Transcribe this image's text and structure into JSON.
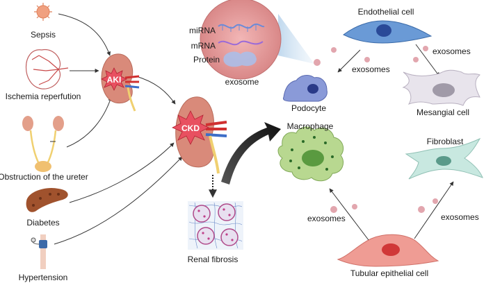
{
  "causes": {
    "sepsis": "Sepsis",
    "ischemia": "Ischemia reperfution",
    "obstruction": "Obstruction of the ureter",
    "diabetes": "Diabetes",
    "hypertension": "Hypertension"
  },
  "kidneys": {
    "aki": "AKI",
    "ckd": "CKD"
  },
  "exosome": {
    "mirna": "miRNA",
    "mrna": "mRNA",
    "protein": "Protein",
    "label": "exosome"
  },
  "cells": {
    "endothelial": "Endothelial cell",
    "podocyte": "Podocyte",
    "mesangial": "Mesangial cell",
    "macrophage": "Macrophage",
    "fibroblast": "Fibroblast",
    "tubular": "Tubular epithelial cell"
  },
  "exosome_labels": {
    "to_podocyte": "exosomes",
    "to_mesangial": "exosomes",
    "to_macrophage": "exosomes",
    "to_fibroblast": "exosomes"
  },
  "outcome": {
    "renal_fibrosis": "Renal fibrosis"
  },
  "colors": {
    "kidney": "#d98a7a",
    "burst": "#e85060",
    "endothelial": "#6a9ad6",
    "podocyte": "#8a9ad8",
    "mesangial": "#e8e4ec",
    "macrophage": "#b8d890",
    "fibroblast": "#c8e8e0",
    "tubular": "#ef9c94",
    "vesicle": "#e2a6ae"
  }
}
